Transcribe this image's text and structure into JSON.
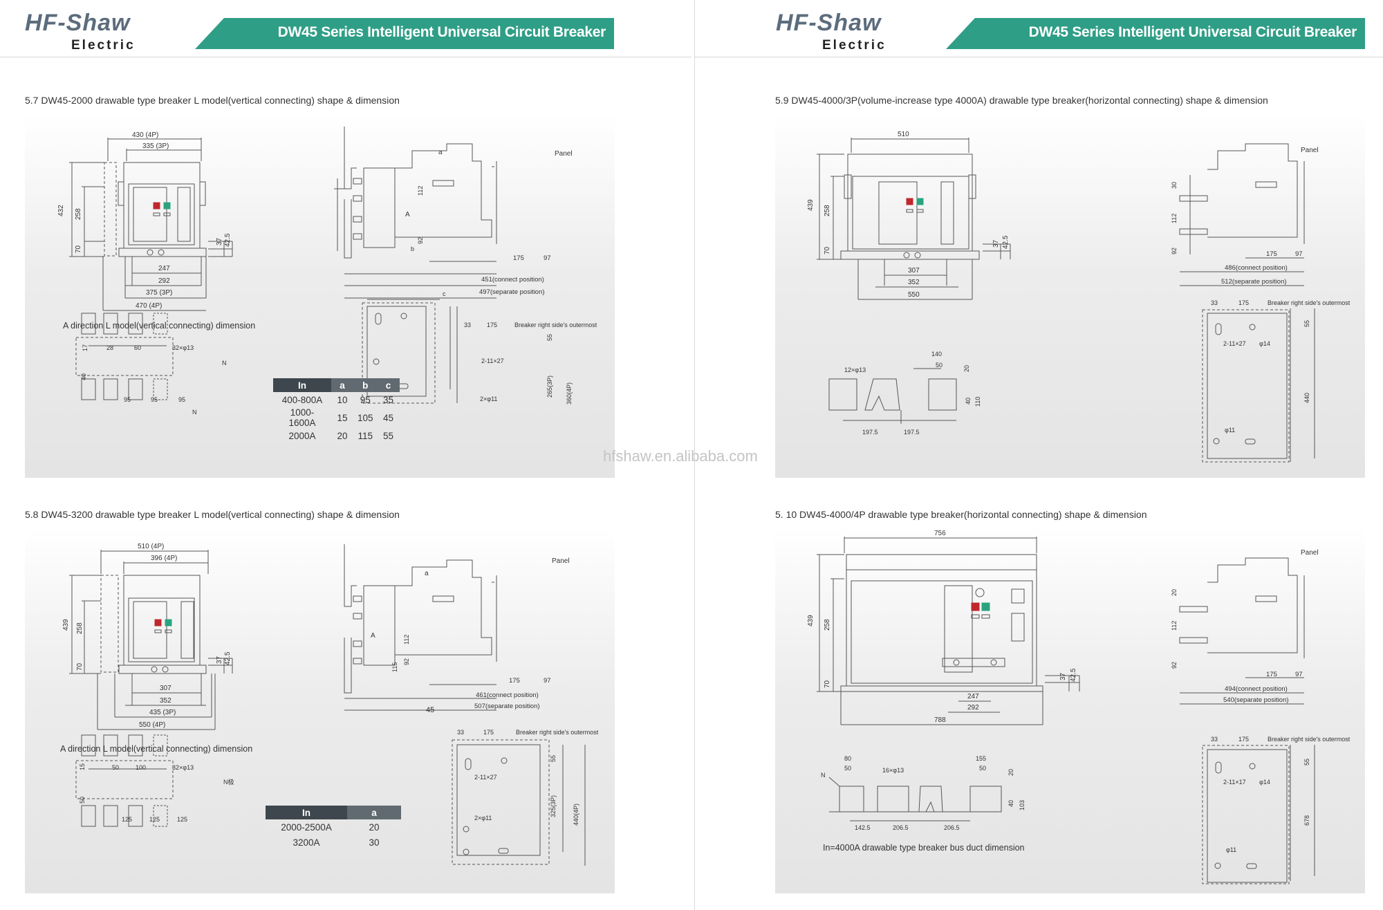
{
  "header": {
    "logo_main": "HF-Shaw",
    "logo_sub": "Electric",
    "banner_title": "DW45 Series Intelligent Universal Circuit Breaker",
    "banner_color": "#2f9e86"
  },
  "watermark": "hfshaw.en.alibaba.com",
  "sections": {
    "s57": {
      "title": "5.7 DW45-2000 drawable type breaker L model(vertical connecting) shape & dimension",
      "caption": "A direction L model(vertical connecting) dimension",
      "dims": {
        "w4p": "430 (4P)",
        "w3p": "335 (3P)",
        "h432": "432",
        "h258": "258",
        "h70": "70",
        "d37": "37",
        "d42": "42.5",
        "b247": "247",
        "b292": "292",
        "b375": "375 (3P)",
        "b470": "470 (4P)",
        "panel": "Panel",
        "a": "a",
        "b": "b",
        "c": "c",
        "A": "A",
        "d112": "112",
        "d92": "92",
        "d175": "175",
        "d97": "97",
        "connect": "451(connect position)",
        "separate": "497(separate position)",
        "t33": "33",
        "t175": "175",
        "outer": "Breaker right side's outermost",
        "slot": "2-11×27",
        "hole": "2×φ11",
        "t55": "55",
        "t265": "265(3P)",
        "t360": "360(4P)",
        "p17": "17",
        "p28": "28",
        "p60": "60",
        "p32": "32×φ13",
        "p40": "40",
        "N": "N",
        "p95a": "95",
        "p95b": "95",
        "p95c": "95",
        "N2": "N"
      },
      "table": {
        "headers": [
          "In",
          "a",
          "b",
          "c"
        ],
        "rows": [
          [
            "400-800A",
            "10",
            "95",
            "35"
          ],
          [
            "1000-1600A",
            "15",
            "105",
            "45"
          ],
          [
            "2000A",
            "20",
            "115",
            "55"
          ]
        ]
      }
    },
    "s58": {
      "title": "5.8 DW45-3200 drawable type breaker L model(vertical connecting) shape & dimension",
      "caption": "A direction L model(vertical connecting) dimension",
      "dims": {
        "w4p": "510 (4P)",
        "w3p": "396 (4P)",
        "h432": "439",
        "h258": "258",
        "h70": "70",
        "d37": "37",
        "d42": "42.5",
        "b247": "307",
        "b292": "352",
        "b375": "435 (3P)",
        "b470": "550 (4P)",
        "panel": "Panel",
        "a": "a",
        "b": "",
        "c": "45",
        "A": "A",
        "d112": "112",
        "d92": "92",
        "d115": "115",
        "d175": "175",
        "d97": "97",
        "connect": "461(connect position)",
        "separate": "507(separate position)",
        "t33": "33",
        "t175": "175",
        "outer": "Breaker right side's outermost",
        "slot": "2-11×27",
        "hole": "2×φ11",
        "t55": "55",
        "t265": "325(3P)",
        "t360": "440(4P)",
        "p17": "15",
        "p28": "50",
        "p60": "100",
        "p32": "32×φ13",
        "p40": "50",
        "N": "N极",
        "p95a": "125",
        "p95b": "125",
        "p95c": "125",
        "N2": ""
      },
      "table": {
        "headers": [
          "In",
          "a"
        ],
        "rows": [
          [
            "2000-2500A",
            "20"
          ],
          [
            "3200A",
            "30"
          ]
        ]
      }
    },
    "s59": {
      "title": "5.9 DW45-4000/3P(volume-increase type 4000A) drawable type breaker(horizontal connecting) shape & dimension",
      "dims": {
        "w510": "510",
        "h439": "439",
        "h258": "258",
        "h70": "70",
        "d37": "37",
        "d42": "42.5",
        "b307": "307",
        "b352": "352",
        "b550": "550",
        "panel": "Panel",
        "d30": "30",
        "d112": "112",
        "d92": "92",
        "d175": "175",
        "d97": "97",
        "connect": "486(connect position)",
        "separate": "512(separate position)",
        "t33": "33",
        "t175": "175",
        "outer": "Breaker right side's outermost",
        "slot": "2-11×27",
        "hole14": "φ14",
        "t55": "55",
        "t440": "440",
        "hole11": "φ11",
        "holes": "12×φ13",
        "d140": "140",
        "d50": "50",
        "d20": "20",
        "d40": "40",
        "d110": "110",
        "d197a": "197.5",
        "d197b": "197.5"
      }
    },
    "s510": {
      "title": "5. 10 DW45-4000/4P drawable type breaker(horizontal connecting) shape & dimension",
      "note": "In=4000A drawable type breaker bus duct dimension",
      "dims": {
        "w756": "756",
        "h439": "439",
        "h258": "258",
        "h70": "70",
        "d37": "37",
        "d42": "42.5",
        "b247": "247",
        "b292": "292",
        "b788": "788",
        "panel": "Panel",
        "d20": "20",
        "d112": "112",
        "d92": "92",
        "d175": "175",
        "d97": "97",
        "connect": "494(connect position)",
        "separate": "540(separate position)",
        "t33": "33",
        "t175": "175",
        "outer": "Breaker right side's outermost",
        "slot": "2-11×17",
        "hole14": "φ14",
        "t55": "55",
        "t678": "678",
        "hole11": "φ11",
        "d80": "80",
        "d50a": "50",
        "holes": "16×φ13",
        "d155": "155",
        "d50b": "50",
        "d20b": "20",
        "d40": "40",
        "d103": "103",
        "N": "N",
        "d142": "142.5",
        "d206a": "206.5",
        "d206b": "206.5"
      }
    }
  }
}
